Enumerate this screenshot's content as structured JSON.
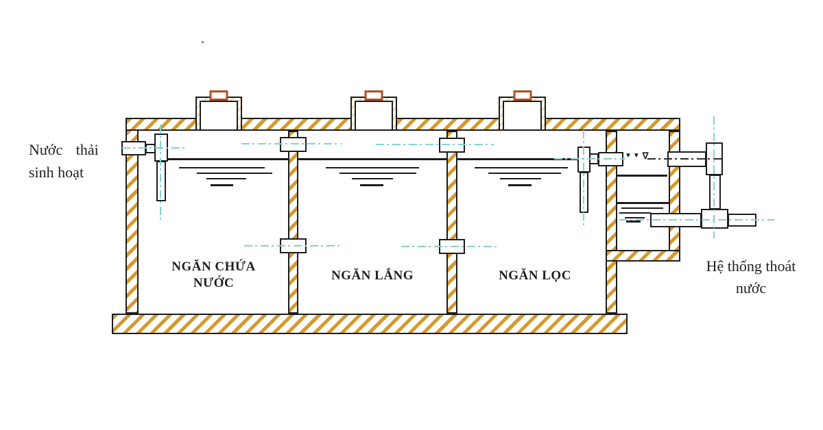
{
  "diagram": {
    "type": "septic-tank-cross-section",
    "labels": {
      "inlet": {
        "line1": "Nước thải",
        "line2": "sinh hoạt"
      },
      "chamber1": {
        "line1": "NGĂN CHỨA",
        "line2": "NƯỚC"
      },
      "chamber2": "NGĂN LẮNG",
      "chamber3": "NGĂN LỌC",
      "outlet": {
        "line1": "Hệ thống thoát",
        "line2": "nước"
      },
      "level_marks": {
        "triangles": "▼▼",
        "nabla": "∇"
      }
    },
    "colors": {
      "hatch": "#d49a2c",
      "outline": "#1c1c1c",
      "centerline": "#82d2cf",
      "centerline_dark": "#2a2a2a",
      "cap": "#b14f1b",
      "text": "#1f1f1f",
      "speck": "#4a6fa5"
    }
  }
}
